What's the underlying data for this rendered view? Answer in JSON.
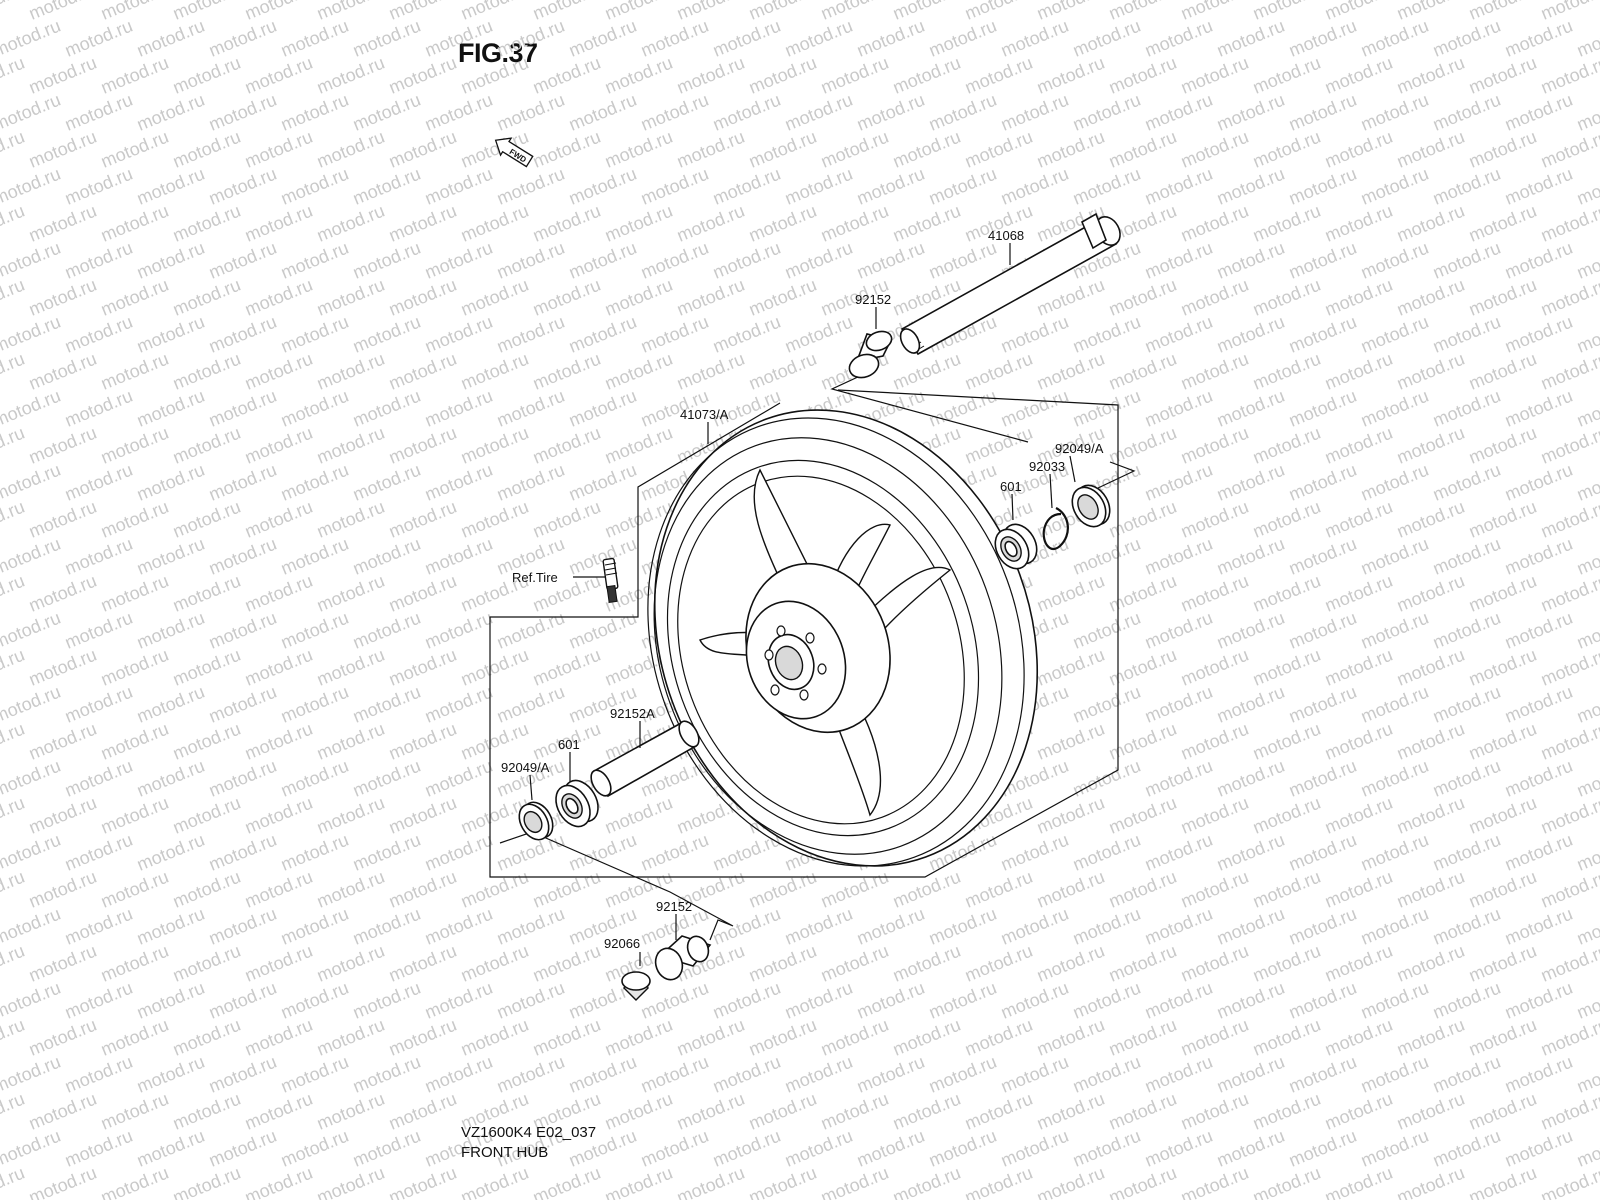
{
  "figure": {
    "title": "FIG.37"
  },
  "direction_badge": "FWD",
  "watermark": "motod.ru",
  "callouts": [
    {
      "id": "axle",
      "label": "41068"
    },
    {
      "id": "collar-top",
      "label": "92152"
    },
    {
      "id": "wheel",
      "label": "41073/A"
    },
    {
      "id": "seal-right",
      "label": "92049/A"
    },
    {
      "id": "circlip",
      "label": "92033"
    },
    {
      "id": "bearing-right",
      "label": "601"
    },
    {
      "id": "valve",
      "label": "Ref.Tire"
    },
    {
      "id": "spacer",
      "label": "92152A"
    },
    {
      "id": "bearing-left",
      "label": "601"
    },
    {
      "id": "seal-left",
      "label": "92049/A"
    },
    {
      "id": "collar-bottom",
      "label": "92152"
    },
    {
      "id": "cap",
      "label": "92066"
    }
  ],
  "footer": {
    "code": "VZ1600K4 E02_037",
    "name": "FRONT HUB"
  }
}
